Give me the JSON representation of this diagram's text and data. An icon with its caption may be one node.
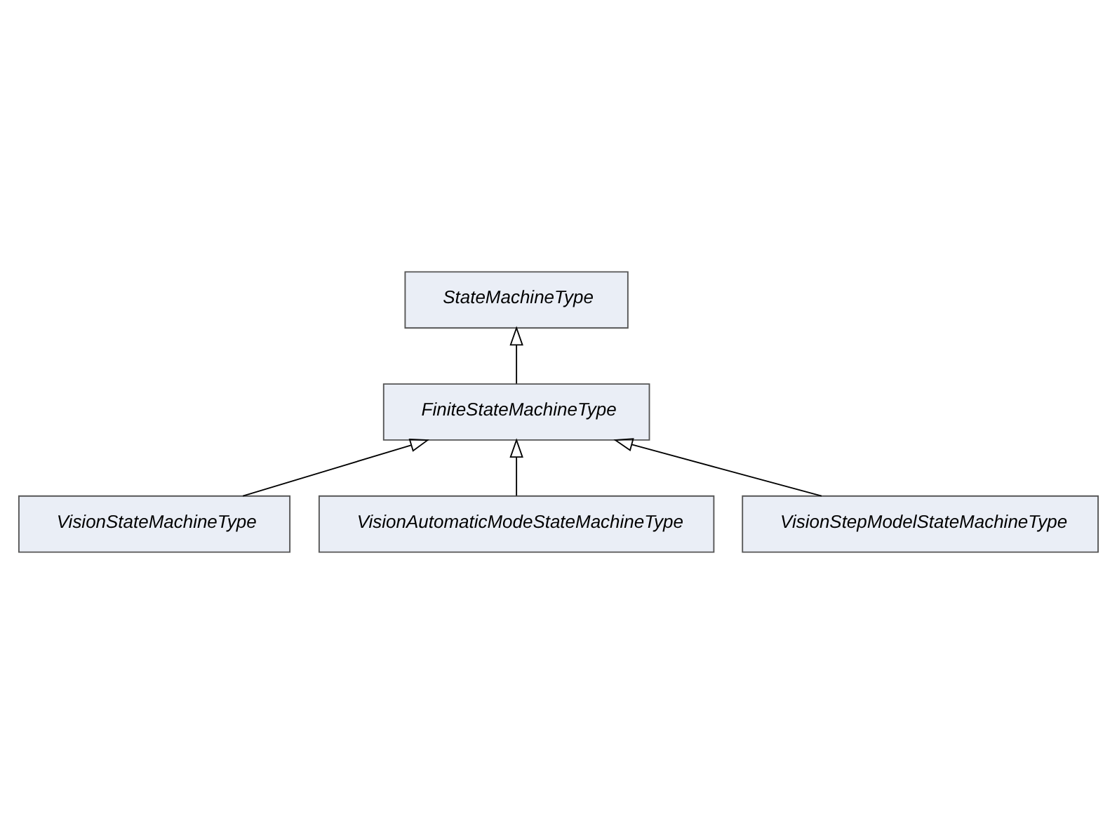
{
  "diagram": {
    "nodes": [
      {
        "text": [
          "StateMachineType"
        ]
      },
      {
        "text": [
          "FiniteStateMachineType"
        ]
      },
      {
        "text": [
          "VisionStateMachineType"
        ]
      },
      {
        "text": [
          "VisionAutomaticModeStateMachineType"
        ]
      },
      {
        "text": [
          "VisionStepModelStateMachineType"
        ]
      }
    ],
    "edges": [
      {
        "from": 1,
        "to": 0,
        "arrow": "to"
      },
      {
        "from": 2,
        "to": 1,
        "arrow": "to"
      },
      {
        "from": 3,
        "to": 1,
        "arrow": "to"
      },
      {
        "from": 4,
        "to": 1,
        "arrow": "to"
      }
    ]
  }
}
